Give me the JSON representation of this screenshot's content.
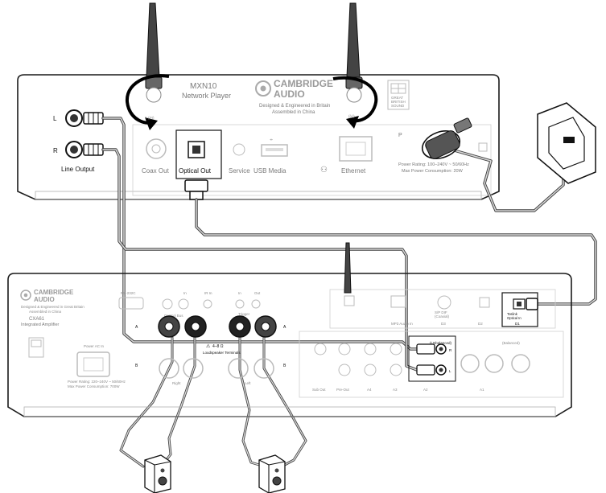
{
  "player": {
    "model": "MXN10",
    "type": "Network Player",
    "brand_line1": "CAMBRIDGE",
    "brand_line2": "AUDIO",
    "designed": "Designed & Engineered in Britain",
    "assembled": "Assembled in China",
    "badge_line1": "GREAT",
    "badge_line2": "BRITISH",
    "badge_line3": "SOUND",
    "line_output": "Line Output",
    "left": "L",
    "right": "R",
    "coax_out": "Coax Out",
    "optical_out": "Optical Out",
    "service": "Service",
    "usb_media": "USB Media",
    "ethernet": "Ethernet",
    "power_rating": "Power Rating: 100–240V ~ 50/60Hz",
    "max_power": "Max Power Consumption: 20W",
    "power_label": "P"
  },
  "amp": {
    "brand_line1": "CAMBRIDGE",
    "brand_line2": "AUDIO",
    "designed": "Designed & Engineered in Great Britain",
    "assembled": "Assembled in China",
    "model": "CXA61",
    "type": "Integrated Amplifier",
    "rs232": "RS-232C",
    "control_bus": "Control Bus",
    "ir_in": "IR In",
    "trigger": "Trigger",
    "in": "In",
    "out": "Out",
    "power_ac_in": "Power AC In",
    "power_rating": "Power Rating: 220–240V ~ 50/60Hz",
    "max_power": "Max Power Consumption: 700W",
    "spk_a": "A",
    "spk_b": "B",
    "right": "Right",
    "left": "Left",
    "loudspeaker": "4–8 Ω",
    "loudspeaker_terminals": "Loudspeaker Terminals",
    "pre_out": "Pre-Out",
    "sub_out": "Sub Out",
    "a1": "A1",
    "a2": "A2",
    "a3": "A3",
    "a4": "A4",
    "d1": "D1",
    "d2": "D2",
    "d3": "D3",
    "unbalanced": "(Unbalanced)",
    "toslink_in": "Toslink",
    "optical_in": "Optical In",
    "balanced": "(Balanced)",
    "spdif": "S/P DIF",
    "coaxial": "(Coaxial)",
    "mp3": "MP3 Audio In",
    "r_channel": "R",
    "l_channel": "L"
  },
  "colors": {
    "outline": "#1a1a1a",
    "panel": "#ffffff",
    "muted": "#b5b5b5",
    "cable": "#555555",
    "cable_inner": "#c8c8c8",
    "arrow": "#000000"
  }
}
